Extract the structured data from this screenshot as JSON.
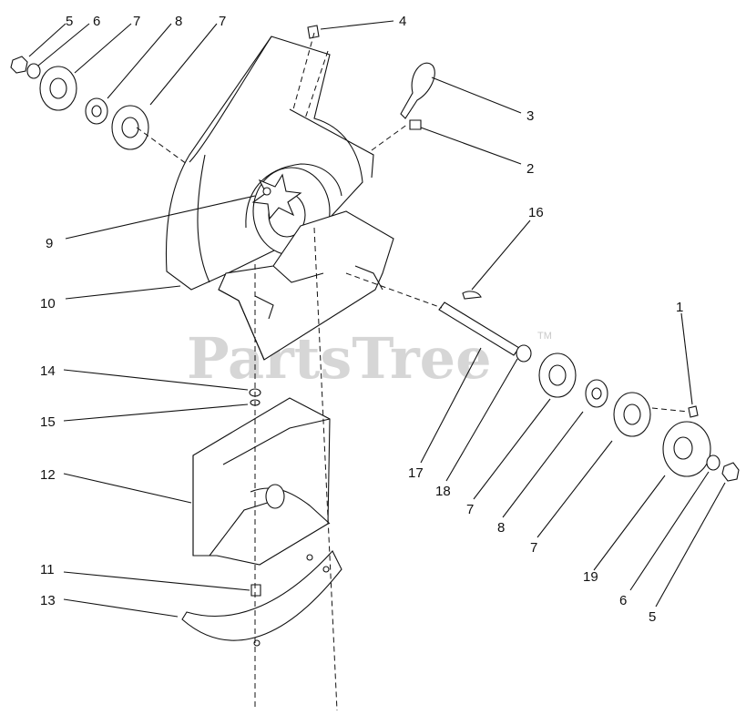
{
  "watermark": {
    "brand": "PartsTree",
    "trademark": "TM"
  },
  "callouts": [
    {
      "id": "c1",
      "label": "1"
    },
    {
      "id": "c2",
      "label": "2"
    },
    {
      "id": "c3",
      "label": "3"
    },
    {
      "id": "c4",
      "label": "4"
    },
    {
      "id": "c5a",
      "label": "5"
    },
    {
      "id": "c5b",
      "label": "5"
    },
    {
      "id": "c6a",
      "label": "6"
    },
    {
      "id": "c6b",
      "label": "6"
    },
    {
      "id": "c7a",
      "label": "7"
    },
    {
      "id": "c7b",
      "label": "7"
    },
    {
      "id": "c7c",
      "label": "7"
    },
    {
      "id": "c7d",
      "label": "7"
    },
    {
      "id": "c8a",
      "label": "8"
    },
    {
      "id": "c8b",
      "label": "8"
    },
    {
      "id": "c9",
      "label": "9"
    },
    {
      "id": "c10",
      "label": "10"
    },
    {
      "id": "c11",
      "label": "11"
    },
    {
      "id": "c12",
      "label": "12"
    },
    {
      "id": "c13",
      "label": "13"
    },
    {
      "id": "c14",
      "label": "14"
    },
    {
      "id": "c15",
      "label": "15"
    },
    {
      "id": "c16",
      "label": "16"
    },
    {
      "id": "c17",
      "label": "17"
    },
    {
      "id": "c18",
      "label": "18"
    },
    {
      "id": "c19",
      "label": "19"
    }
  ]
}
